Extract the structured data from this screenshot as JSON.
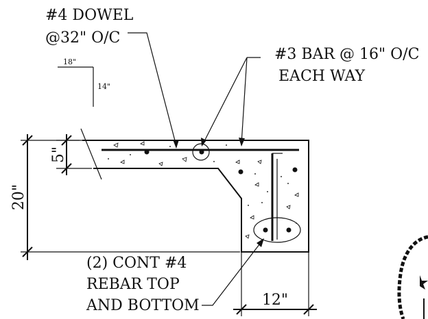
{
  "labels": {
    "dowel_line1": "#4 DOWEL",
    "dowel_line2": "@32\" O/C",
    "bar_line1": "#3 BAR @ 16\" O/C",
    "bar_line2": "EACH WAY",
    "slope_run": "18\"",
    "slope_rise": "14\"",
    "dim_slab": "5\"",
    "dim_depth": "20\"",
    "dim_width": "12\"",
    "cont_line1": "(2) CONT #4",
    "cont_line2": "REBAR TOP",
    "cont_line3": "AND BOTTOM"
  }
}
